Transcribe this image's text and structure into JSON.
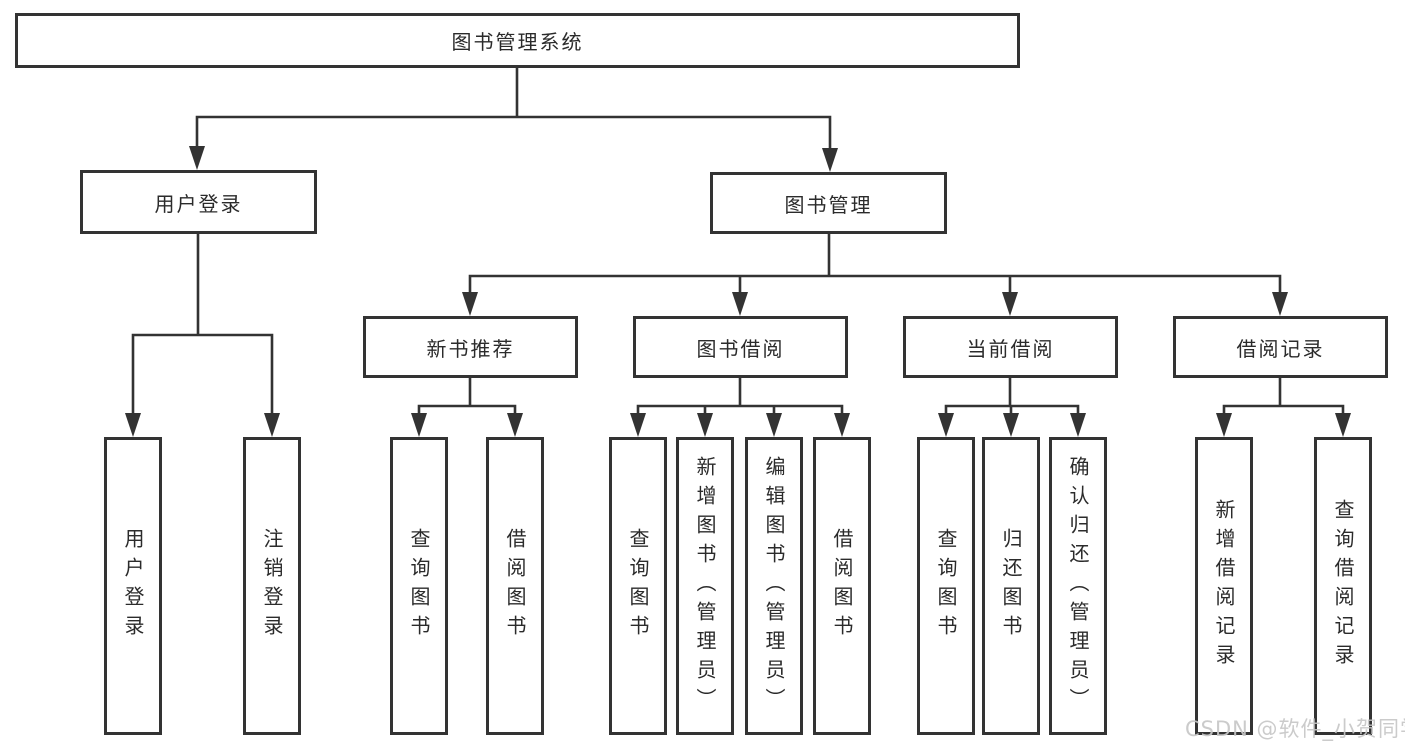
{
  "diagram": {
    "root": "图书管理系统",
    "level2": [
      "用户登录",
      "图书管理"
    ],
    "level3": [
      "新书推荐",
      "图书借阅",
      "当前借阅",
      "借阅记录"
    ],
    "leaves": {
      "user_login": [
        "用户登录",
        "注销登录"
      ],
      "new_book": [
        "查询图书",
        "借阅图书"
      ],
      "book_borrow": [
        "查询图书",
        "新增图书（管理员）",
        "编辑图书（管理员）",
        "借阅图书"
      ],
      "current_borrow": [
        "查询图书",
        "归还图书",
        "确认归还（管理员）"
      ],
      "borrow_record": [
        "新增借阅记录",
        "查询借阅记录"
      ]
    }
  },
  "watermark": "CSDN @软件_小贺同学",
  "colors": {
    "line": "#333333",
    "text": "#2b2b2b",
    "watermark": "#c7c7c7",
    "background": "#ffffff"
  }
}
